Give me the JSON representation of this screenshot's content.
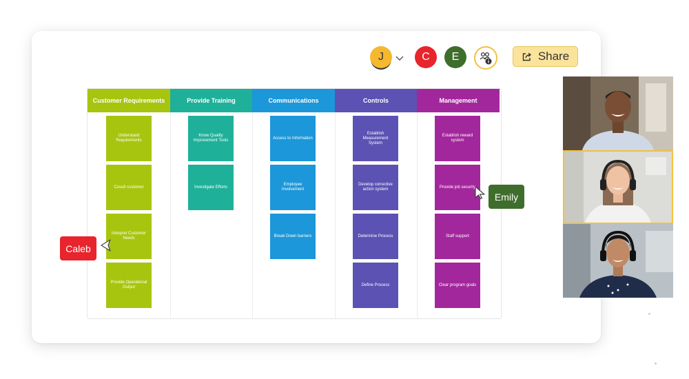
{
  "toolbar": {
    "collaborators": [
      {
        "initial": "J",
        "color": "#f5b82e"
      },
      {
        "initial": "C",
        "color": "#e8242c"
      },
      {
        "initial": "E",
        "color": "#3f6d2c"
      }
    ],
    "share_label": "Share",
    "share_color": "#fbe39c",
    "icons": {
      "dropdown": "chevron-down-icon",
      "participants": "users-info-icon",
      "share": "share-icon"
    }
  },
  "board": {
    "columns": [
      {
        "title": "Customer Requirements",
        "color": "#a7c50f",
        "items": [
          "Understand Requirements",
          "Cosult customer",
          "Interpret Customer Needs",
          "Provide Operational Output"
        ]
      },
      {
        "title": "Provide Training",
        "color": "#1fb09a",
        "items": [
          "Know Quality Improvement Tools",
          "Investigate Efforts"
        ]
      },
      {
        "title": "Communications",
        "color": "#1c97d9",
        "items": [
          "Access to Information",
          "Employee Involvement",
          "Break Down barriers"
        ]
      },
      {
        "title": "Controls",
        "color": "#5b52b3",
        "items": [
          "Establish Measurement System",
          "Develop corrective action system",
          "Determine Process",
          "Define Process"
        ]
      },
      {
        "title": "Management",
        "color": "#a3279c",
        "items": [
          "Establish reward system",
          "Provide job security",
          "Staff support",
          "Clear program goals"
        ]
      }
    ]
  },
  "cursors": {
    "caleb": {
      "label": "Caleb",
      "color": "#e8242c"
    },
    "emily": {
      "label": "Emily",
      "color": "#3f6d2c"
    }
  },
  "video_participants": [
    {
      "description": "man",
      "active": false
    },
    {
      "description": "woman with headphones",
      "active": true
    },
    {
      "description": "woman with headphones",
      "active": false
    }
  ]
}
